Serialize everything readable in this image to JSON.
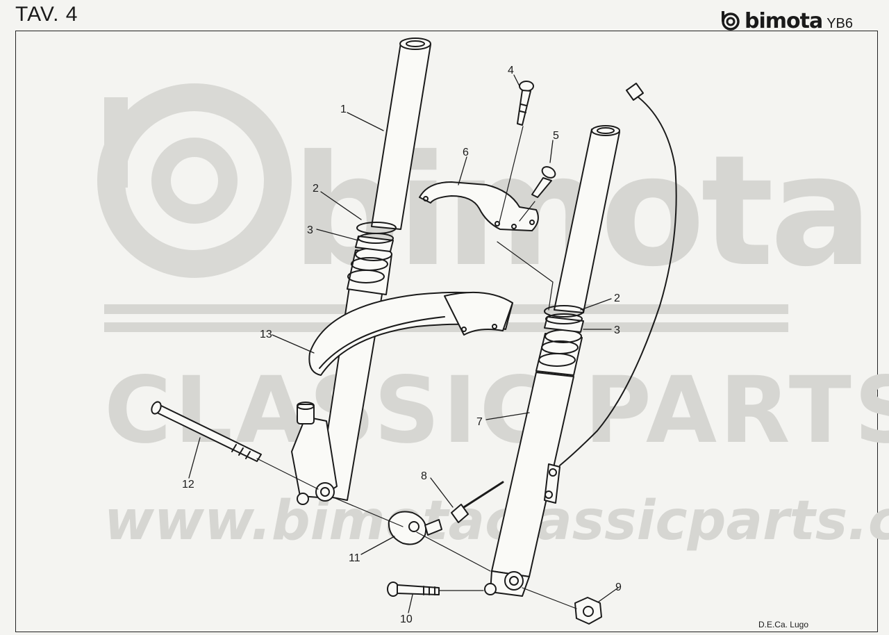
{
  "header": {
    "title": "TAV. 4",
    "brand_name": "bimota",
    "model": "YB6"
  },
  "watermark": {
    "line1": "bimota",
    "line2": "CLASSIC PARTS",
    "url": "www.bimotaclassicparts.com"
  },
  "callouts": [
    "1",
    "2",
    "3",
    "4",
    "5",
    "6",
    "2",
    "3",
    "13",
    "7",
    "12",
    "8",
    "11",
    "9",
    "10"
  ],
  "footer": {
    "credit": "D.E.Ca. Lugo"
  },
  "colors": {
    "line": "#1a1a1a",
    "watermark": "#d6d6d2",
    "paper": "#f4f4f1"
  }
}
